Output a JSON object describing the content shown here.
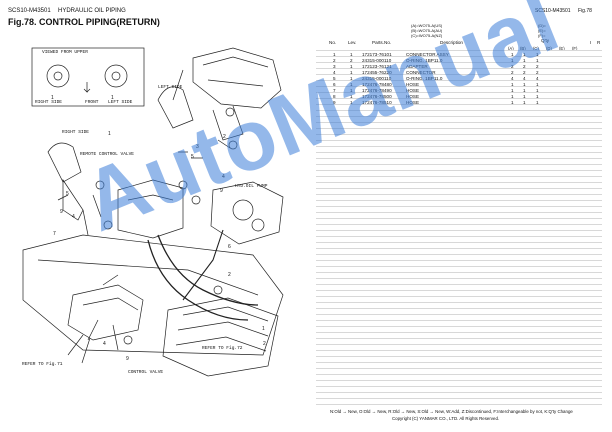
{
  "header": {
    "code": "SCS10-M43501",
    "subtitle": "HYDRAULIC OIL PIPING",
    "title": "Fig.78.  CONTROL PIPING(RETURN)",
    "right_code": "SCS10-M43501",
    "right_fig": "Fig.78"
  },
  "models": [
    {
      "left": "(A)=WO75-A(US)",
      "right": "(D)="
    },
    {
      "left": "(B)=WO75-A(AU)",
      "right": "(E)="
    },
    {
      "left": "(C)=WO75-A(NZ)",
      "right": "(F)="
    }
  ],
  "table": {
    "headers": {
      "no": "No.",
      "lev": "Lev.",
      "parts": "Parts.No.",
      "desc": "Description",
      "qty": "Q'ty",
      "i": "I",
      "r": "R"
    },
    "sub_headers": [
      "(A)",
      "(B)",
      "(C)",
      "(D)",
      "(E)",
      "(F)"
    ],
    "rows": [
      {
        "no": "1",
        "lev": "1",
        "parts": "172173-76101",
        "desc": "CONNECTOR ASSY",
        "a": "1",
        "b": "1",
        "c": "1"
      },
      {
        "no": "2",
        "lev": "2",
        "parts": "24315-000110",
        "desc": "O-RING, 1BP11.0",
        "a": "1",
        "b": "1",
        "c": "1"
      },
      {
        "no": "3",
        "lev": "1",
        "parts": "172123-76121",
        "desc": "ADAPTER",
        "a": "2",
        "b": "2",
        "c": "2"
      },
      {
        "no": "4",
        "lev": "1",
        "parts": "172455-76220",
        "desc": "CONNECTOR",
        "a": "2",
        "b": "2",
        "c": "2"
      },
      {
        "no": "5",
        "lev": "1",
        "parts": "24315-000110",
        "desc": "O-RING, 1BP11.0",
        "a": "4",
        "b": "4",
        "c": "4"
      },
      {
        "no": "6",
        "lev": "1",
        "parts": "172476-78480",
        "desc": "HOSE",
        "a": "1",
        "b": "1",
        "c": "1"
      },
      {
        "no": "7",
        "lev": "1",
        "parts": "172476-78490",
        "desc": "HOSE",
        "a": "1",
        "b": "1",
        "c": "1"
      },
      {
        "no": "8",
        "lev": "1",
        "parts": "172476-78500",
        "desc": "HOSE",
        "a": "1",
        "b": "1",
        "c": "1"
      },
      {
        "no": "9",
        "lev": "1",
        "parts": "172476-78510",
        "desc": "HOSE",
        "a": "1",
        "b": "1",
        "c": "1"
      }
    ]
  },
  "legend": "N:Old → New, O:Old → New, R:Old → New, S:Old → New, W:Add, Z:Discontinued, F:Interchangeable by not, K:Q'ty Change",
  "copyright": "Copyright (C)  YANMAR CO., LTD. All Rights Reserved.",
  "watermark": "AutoManual",
  "diagram_labels": {
    "viewed": "VIEWED FROM UPPER",
    "right_side": "RIGHT SIDE",
    "front": "FRONT",
    "left_side": "LEFT SIDE",
    "left_side2": "LEFT SIDE",
    "right_side2": "RIGHT SIDE",
    "remote": "REMOTE CONTROL VALVE",
    "pump": "HYD.OIL PUMP",
    "refer72": "REFER TO Fig.72",
    "refer71": "REFER TO Fig.71",
    "control": "CONTROL VALVE"
  }
}
